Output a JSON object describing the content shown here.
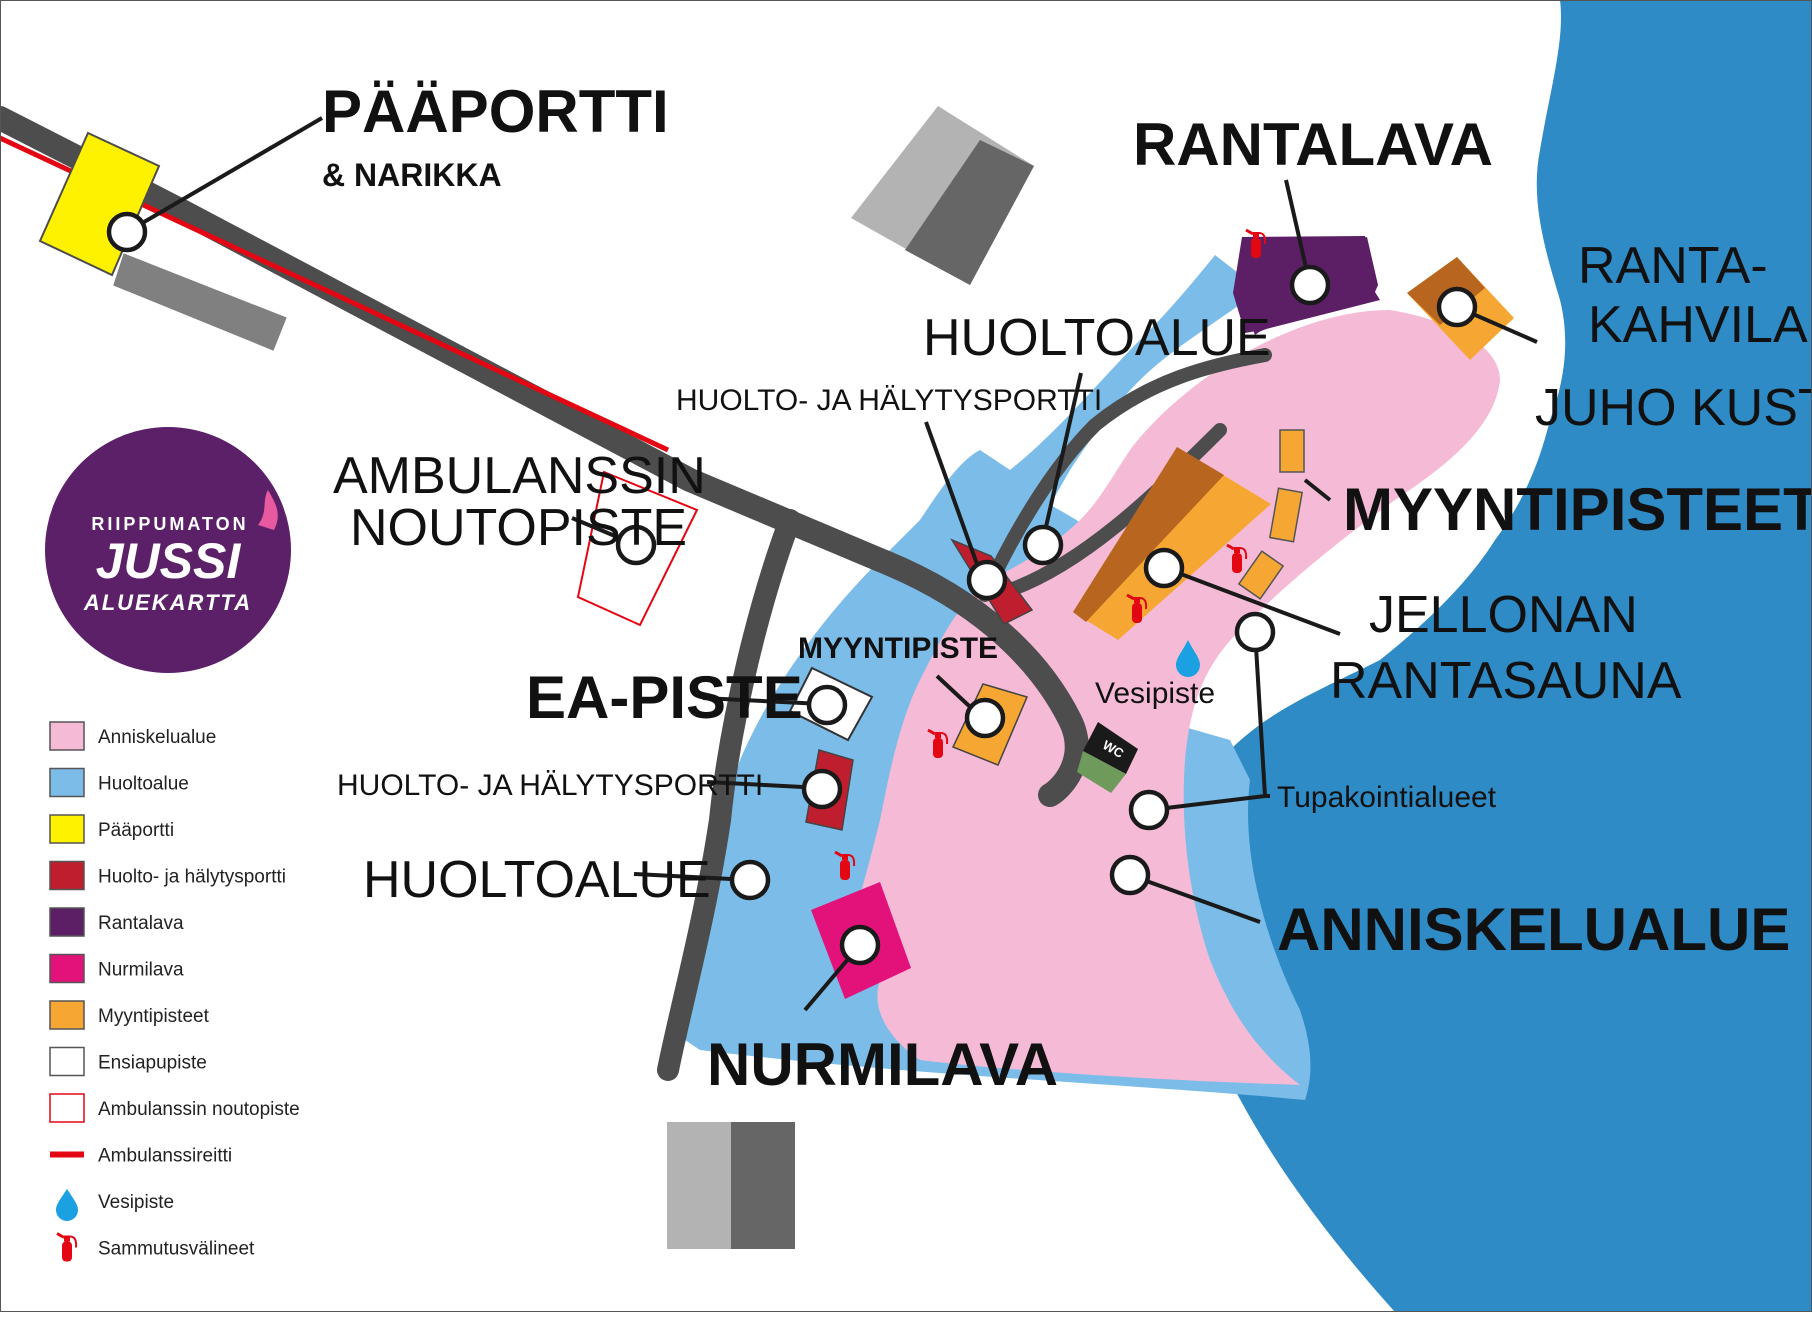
{
  "logo": {
    "line1": "RIIPPUMATON",
    "line2": "JUSSI",
    "line3": "ALUEKARTTA"
  },
  "labels": {
    "paaportti": "PÄÄPORTTI",
    "narikka": "& NARIKKA",
    "rantalava": "RANTALAVA",
    "rantakahvila_1": "RANTA-",
    "rantakahvila_2": "KAHVILA",
    "rantakahvila_3": "JUHO KUSTI",
    "huoltoalue_top": "HUOLTOALUE",
    "huolto_portti_top": "HUOLTO- JA HÄLYTYSPORTTI",
    "ambulanssin_1": "AMBULANSSIN",
    "ambulanssin_2": "NOUTOPISTE",
    "myyntipisteet": "MYYNTIPISTEET",
    "jellonan_1": "JELLONAN",
    "jellonan_2": "RANTASAUNA",
    "myyntipiste": "MYYNTIPISTE",
    "ea_piste": "EA-PISTE",
    "vesipiste": "Vesipiste",
    "huolto_portti_left": "HUOLTO- JA HÄLYTYSPORTTI",
    "tupakointi": "Tupakointialueet",
    "huoltoalue_left": "HUOLTOALUE",
    "anniskelualue": "ANNISKELUALUE",
    "nurmilava": "NURMILAVA",
    "wc": "WC"
  },
  "legend": [
    {
      "label": "Anniskelualue",
      "color": "#f5bad6",
      "kind": "swatch"
    },
    {
      "label": "Huoltoalue",
      "color": "#7bbde8",
      "kind": "swatch"
    },
    {
      "label": "Pääportti",
      "color": "#fff200",
      "kind": "swatch"
    },
    {
      "label": "Huolto- ja hälytysportti",
      "color": "#be1e2d",
      "kind": "swatch"
    },
    {
      "label": "Rantalava",
      "color": "#5c1f66",
      "kind": "swatch"
    },
    {
      "label": "Nurmilava",
      "color": "#e2127a",
      "kind": "swatch"
    },
    {
      "label": "Myyntipisteet",
      "color": "#f6a733",
      "kind": "swatch"
    },
    {
      "label": "Ensiapupiste",
      "color": "#ffffff",
      "kind": "swatch"
    },
    {
      "label": "Ambulanssin noutopiste",
      "color": "#ffffff",
      "kind": "outline-red"
    },
    {
      "label": "Ambulanssireitti",
      "color": "#e30613",
      "kind": "line"
    },
    {
      "label": "Vesipiste",
      "color": "#1ba1e2",
      "kind": "drop"
    },
    {
      "label": "Sammutusvälineet",
      "color": "#e30613",
      "kind": "extinguisher"
    }
  ],
  "colors": {
    "lake": "#2e8bc6",
    "service_area": "#7bbde8",
    "serving_area": "#f5bad6",
    "road": "#4d4d4d",
    "logo_purple": "#5c2069"
  }
}
